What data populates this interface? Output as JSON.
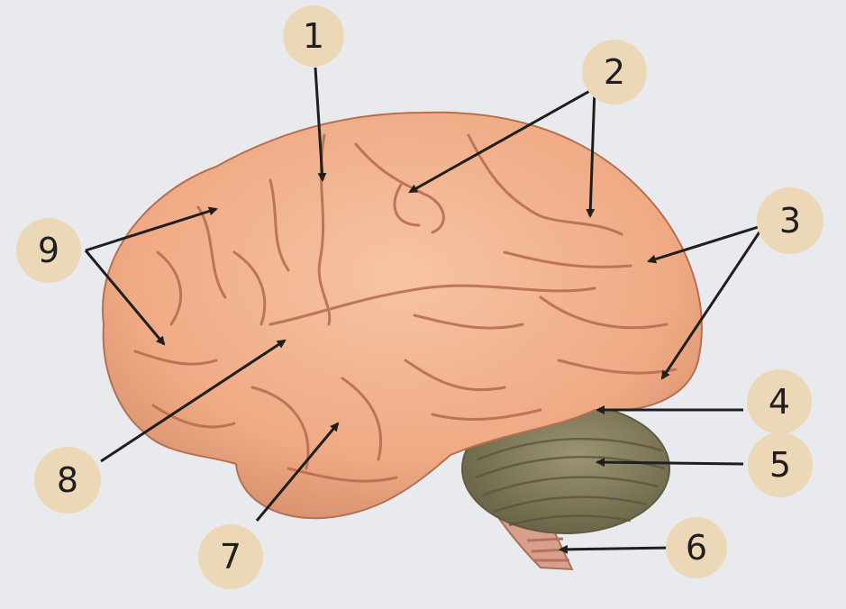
{
  "colors": {
    "background": "#e9eaee",
    "brain": "#f2b48e",
    "brain_shadow": "#c97f5c",
    "sulcus": "#b0654a",
    "cerebellum": "#8c8564",
    "cerebellum_dark": "#5f5a42",
    "stem": "#d8a08c",
    "callout": "#ecd8b6",
    "arrow": "#1f1f1f"
  },
  "labels": [
    {
      "id": "1",
      "text": "1"
    },
    {
      "id": "2",
      "text": "2"
    },
    {
      "id": "3",
      "text": "3"
    },
    {
      "id": "4",
      "text": "4"
    },
    {
      "id": "5",
      "text": "5"
    },
    {
      "id": "6",
      "text": "6"
    },
    {
      "id": "7",
      "text": "7"
    },
    {
      "id": "8",
      "text": "8"
    },
    {
      "id": "9",
      "text": "9"
    }
  ]
}
